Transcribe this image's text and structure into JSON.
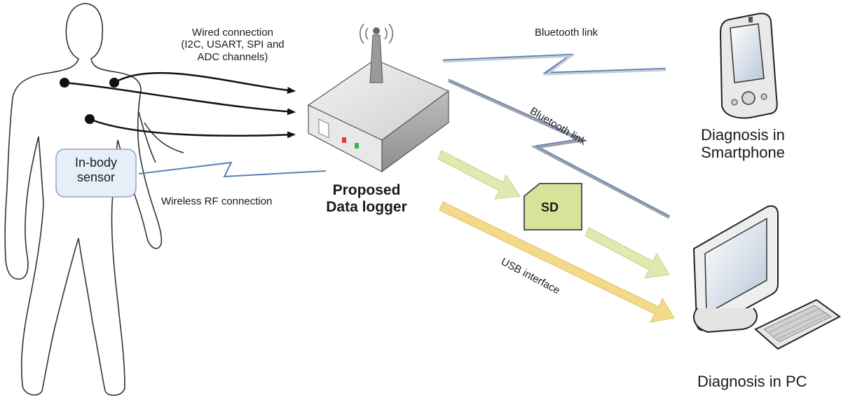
{
  "labels": {
    "wired_line1": "Wired connection",
    "wired_line2": "(I2C, USART, SPI and",
    "wired_line3": "ADC channels)",
    "in_body_line1": "In-body",
    "in_body_line2": "sensor",
    "wireless_rf": "Wireless RF connection",
    "logger_line1": "Proposed",
    "logger_line2": "Data logger",
    "bluetooth_top": "Bluetooth link",
    "bluetooth_diag": "Bluetooth link",
    "sd": "SD",
    "usb": "USB interface",
    "smartphone_line1": "Diagnosis in",
    "smartphone_line2": "Smartphone",
    "pc": "Diagnosis in PC"
  },
  "colors": {
    "outline": "#333333",
    "sensor_fill": "#e6eef8",
    "sensor_stroke": "#8aa6c8",
    "link_blue": "#5b7fb5",
    "link_gray": "#9aa0a8",
    "sd_fill": "#d8e39a",
    "sd_arrow": "#dfe9b0",
    "usb_arrow": "#f3d98a",
    "led_red": "#e03b3b",
    "led_green": "#3bb54a"
  },
  "icons": [
    "human-body-icon",
    "data-logger-icon",
    "antenna-icon",
    "smartphone-icon",
    "pc-monitor-icon",
    "keyboard-icon",
    "sd-card-icon"
  ]
}
